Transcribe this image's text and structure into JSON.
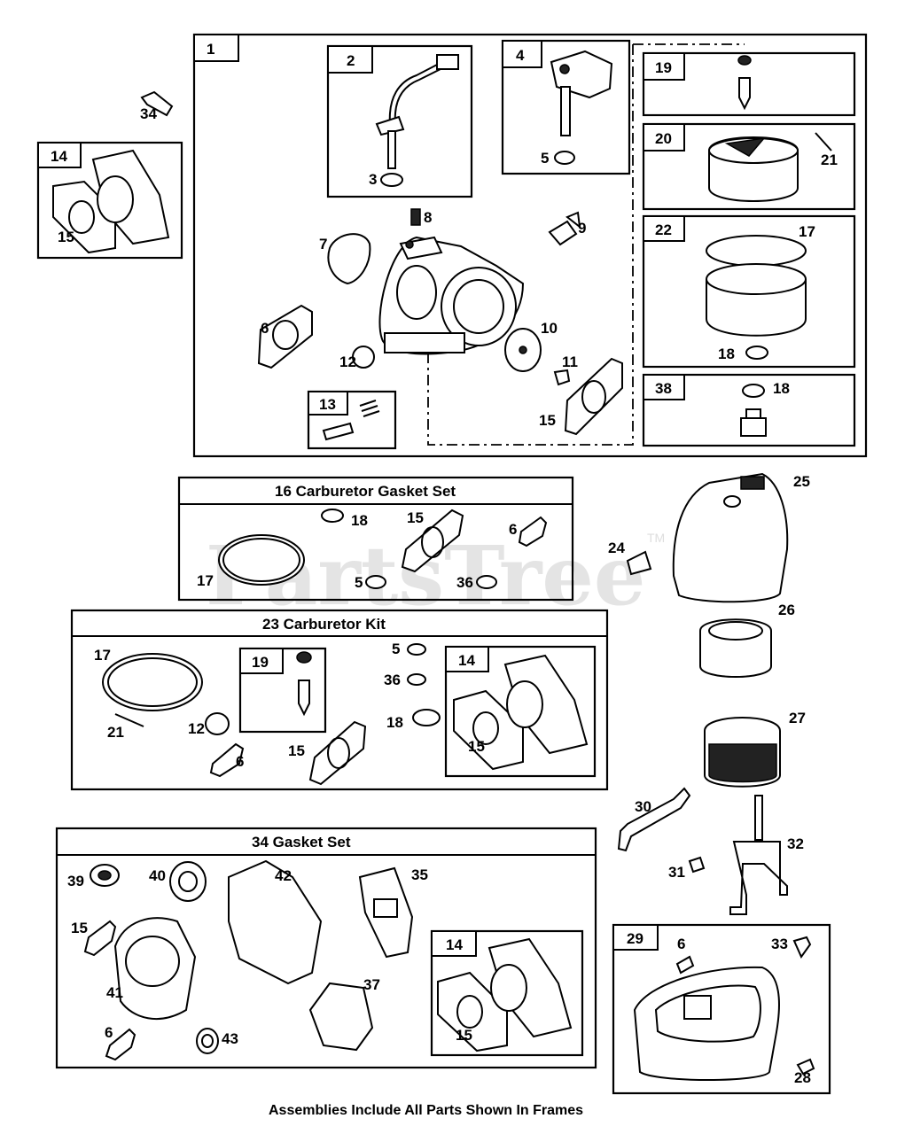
{
  "watermark": {
    "text": "PartsTree",
    "trademark": "TM"
  },
  "caption": "Assemblies Include All Parts Shown In Frames",
  "frames": {
    "f1": "1",
    "f2": "2",
    "f4": "4",
    "f19a": "19",
    "f20": "20",
    "f22": "22",
    "f38": "38",
    "f13": "13",
    "f14a": "14",
    "f19b": "19",
    "f14b": "14",
    "f14c": "14",
    "f29": "29"
  },
  "kits": {
    "k16": "16  Carburetor Gasket Set",
    "k23": "23  Carburetor Kit",
    "k34": "34  Gasket Set"
  },
  "callouts": {
    "c34": "34",
    "c15a": "15",
    "c3": "3",
    "c5a": "5",
    "c8": "8",
    "c9": "9",
    "c7": "7",
    "c6a": "6",
    "c12a": "12",
    "c10": "10",
    "c11": "11",
    "c15b": "15",
    "c21a": "21",
    "c17a": "17",
    "c18a": "18",
    "c18b": "18",
    "c18c": "18",
    "c15c": "15",
    "c6b": "6",
    "c17b": "17",
    "c5b": "5",
    "c36a": "36",
    "c25": "25",
    "c24": "24",
    "c17c": "17",
    "c5c": "5",
    "c36b": "36",
    "c18d": "18",
    "c21b": "21",
    "c12b": "12",
    "c6c": "6",
    "c15d": "15",
    "c15e": "15",
    "c26": "26",
    "c27": "27",
    "c30": "30",
    "c32": "32",
    "c31": "31",
    "c39": "39",
    "c40": "40",
    "c42": "42",
    "c35": "35",
    "c15f": "15",
    "c41": "41",
    "c37": "37",
    "c6d": "6",
    "c43": "43",
    "c15g": "15",
    "c6e": "6",
    "c33": "33",
    "c28": "28"
  }
}
